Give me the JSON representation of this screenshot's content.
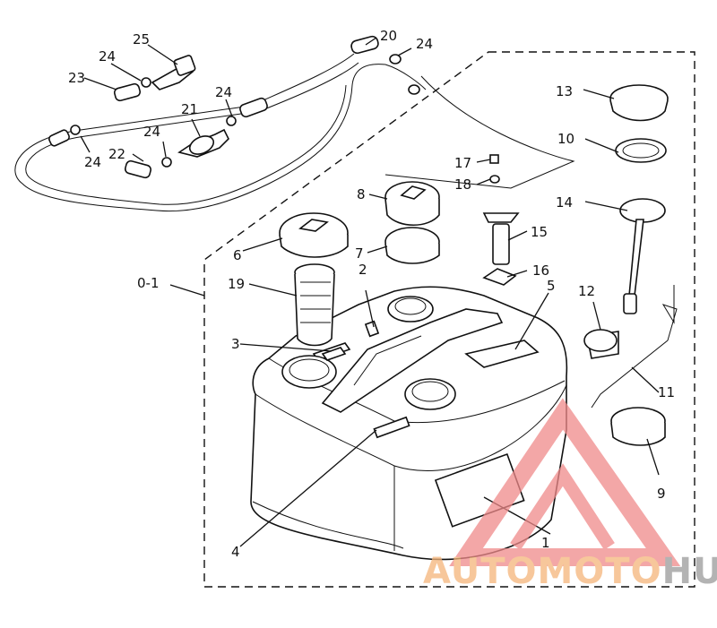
{
  "diagram": {
    "labels": {
      "l1": "1",
      "l2": "2",
      "l3": "3",
      "l4": "4",
      "l5": "5",
      "l6": "6",
      "l7": "7",
      "l8": "8",
      "l9": "9",
      "l10": "10",
      "l11": "11",
      "l12": "12",
      "l13": "13",
      "l14": "14",
      "l15": "15",
      "l16": "16",
      "l17": "17",
      "l18": "18",
      "l19": "19",
      "l20": "20",
      "l21": "21",
      "l22": "22",
      "l23": "23",
      "l24a": "24",
      "l24b": "24",
      "l24c": "24",
      "l24d": "24",
      "l24e": "24",
      "l25": "25",
      "l01": "0-1"
    }
  },
  "watermark": {
    "text_a": "AUTOMOTO",
    "text_b": "HUB",
    "color_a": "#f5b57a",
    "color_b": "#9a9a9a",
    "triangle_color": "#f08a8a"
  }
}
